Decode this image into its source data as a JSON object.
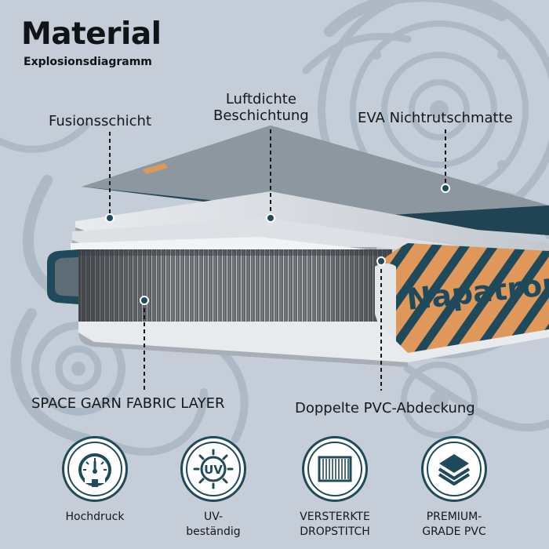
{
  "header": {
    "title": "Material",
    "subtitle": "Explosionsdiagramm"
  },
  "layers": {
    "fusion": "Fusionsschicht",
    "airtight_line1": "Luftdichte",
    "airtight_line2": "Beschichtung",
    "eva": "EVA Nichtrutschmatte",
    "space_garn": "SPACE GARN FABRIC LAYER",
    "pvc": "Doppelte PVC-Abdeckung"
  },
  "brand_mark": "Napatron",
  "features": [
    {
      "icon": "pressure-gauge-icon",
      "line1": "Hochdruck",
      "line2": ""
    },
    {
      "icon": "uv-sun-icon",
      "badge_text": "UV",
      "line1": "UV-",
      "line2": "beständig"
    },
    {
      "icon": "dropstitch-icon",
      "line1": "VERSTERKTE",
      "line2": "DROPSTITCH"
    },
    {
      "icon": "layers-icon",
      "line1": "PREMIUM-",
      "line2": "GRADE PVC"
    }
  ],
  "colors": {
    "background": "#c5cdd8",
    "pattern": "#aab6c4",
    "navy": "#1f4a5c",
    "orange": "#e0985a",
    "dark_text": "#15181b"
  }
}
